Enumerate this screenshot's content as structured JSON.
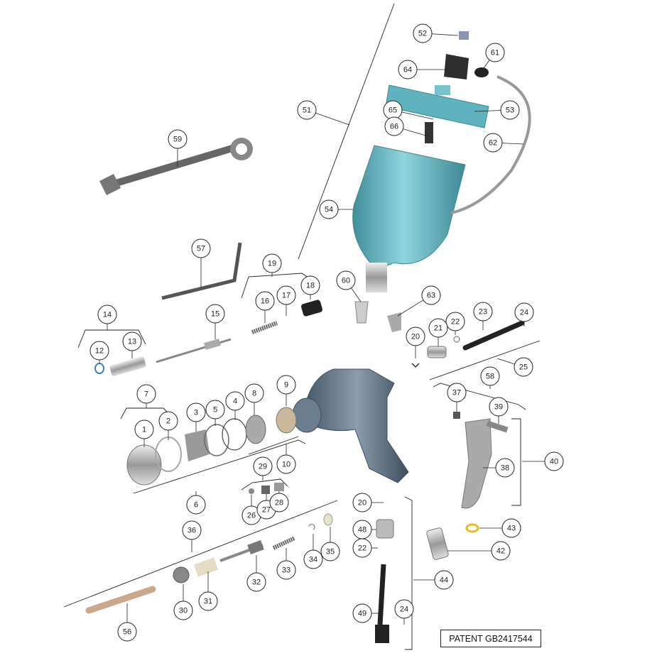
{
  "patent_label": "PATENT GB2417544",
  "colors": {
    "cup": "#5fb3be",
    "body": "#5f7385",
    "dark": "#2a2a2a",
    "metal": "#b5b8bb",
    "brass": "#c9a98a",
    "seal": "#e0c020"
  },
  "callouts": [
    "52",
    "61",
    "64",
    "53",
    "65",
    "66",
    "62",
    "51",
    "59",
    "54",
    "57",
    "19",
    "18",
    "17",
    "16",
    "60",
    "63",
    "15",
    "14",
    "13",
    "12",
    "23",
    "24",
    "22",
    "21",
    "20",
    "25",
    "58",
    "37",
    "39",
    "40",
    "38",
    "7",
    "9",
    "8",
    "4",
    "5",
    "3",
    "2",
    "1",
    "10",
    "29",
    "6",
    "26",
    "27",
    "28",
    "20",
    "48",
    "22",
    "43",
    "42",
    "36",
    "35",
    "34",
    "33",
    "32",
    "31",
    "30",
    "44",
    "49",
    "24",
    "56"
  ]
}
